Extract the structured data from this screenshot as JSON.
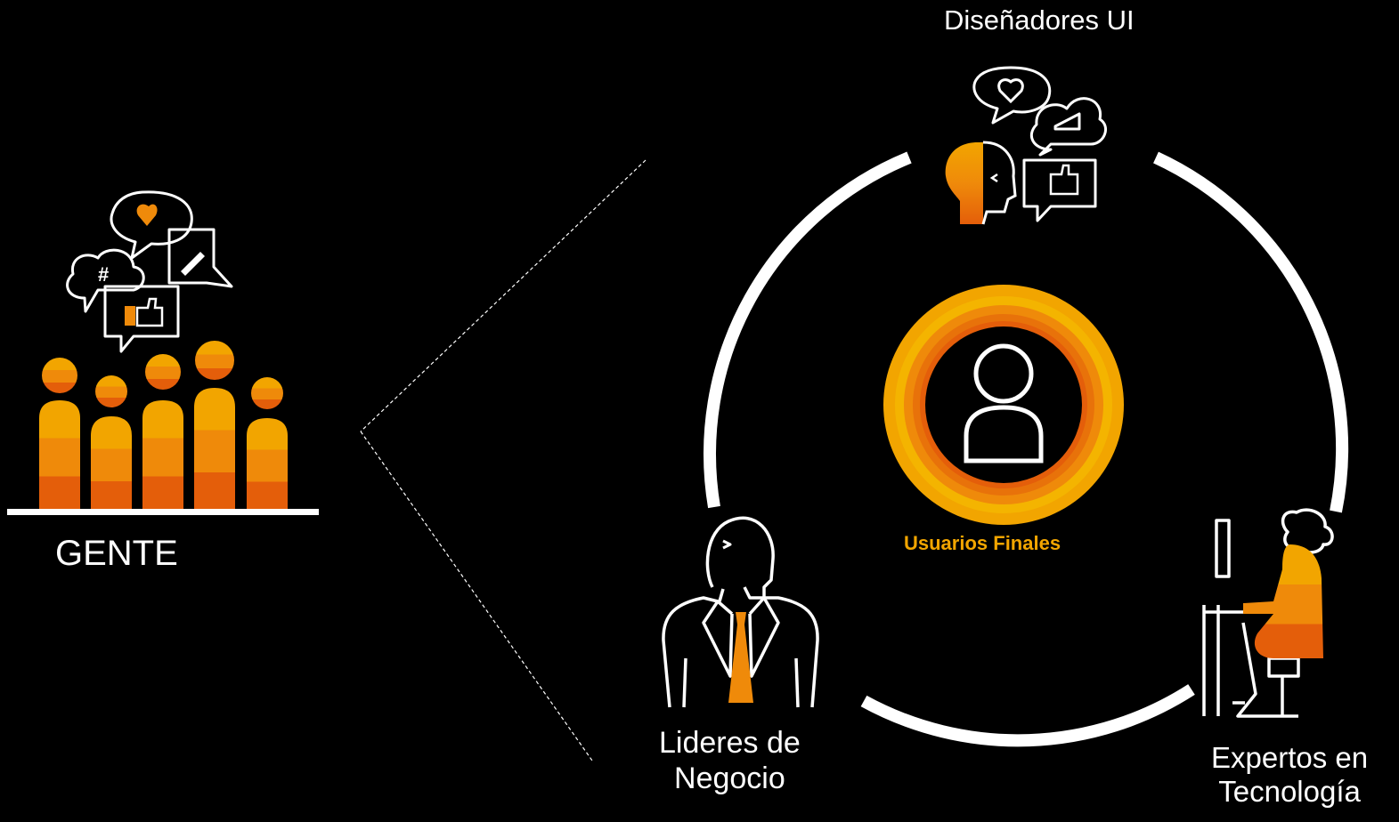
{
  "labels": {
    "gente": "GENTE",
    "designers": "Diseñadores UI",
    "leaders_line1": "Lideres de",
    "leaders_line2": "Negocio",
    "experts_line1": "Expertos en",
    "experts_line2": "Tecnología",
    "center": "Usuarios Finales"
  },
  "colors": {
    "background": "#000000",
    "stroke": "#ffffff",
    "orange_light": "#f2a500",
    "orange_mid": "#ef8a0a",
    "orange_dark": "#e45e0a",
    "accent_text": "#f2a500"
  },
  "icons": {
    "people_group": "people-group-icon",
    "ui_designer": "designer-head-icon",
    "business_leader": "business-leader-icon",
    "tech_expert": "tech-expert-icon",
    "end_user": "user-icon"
  }
}
